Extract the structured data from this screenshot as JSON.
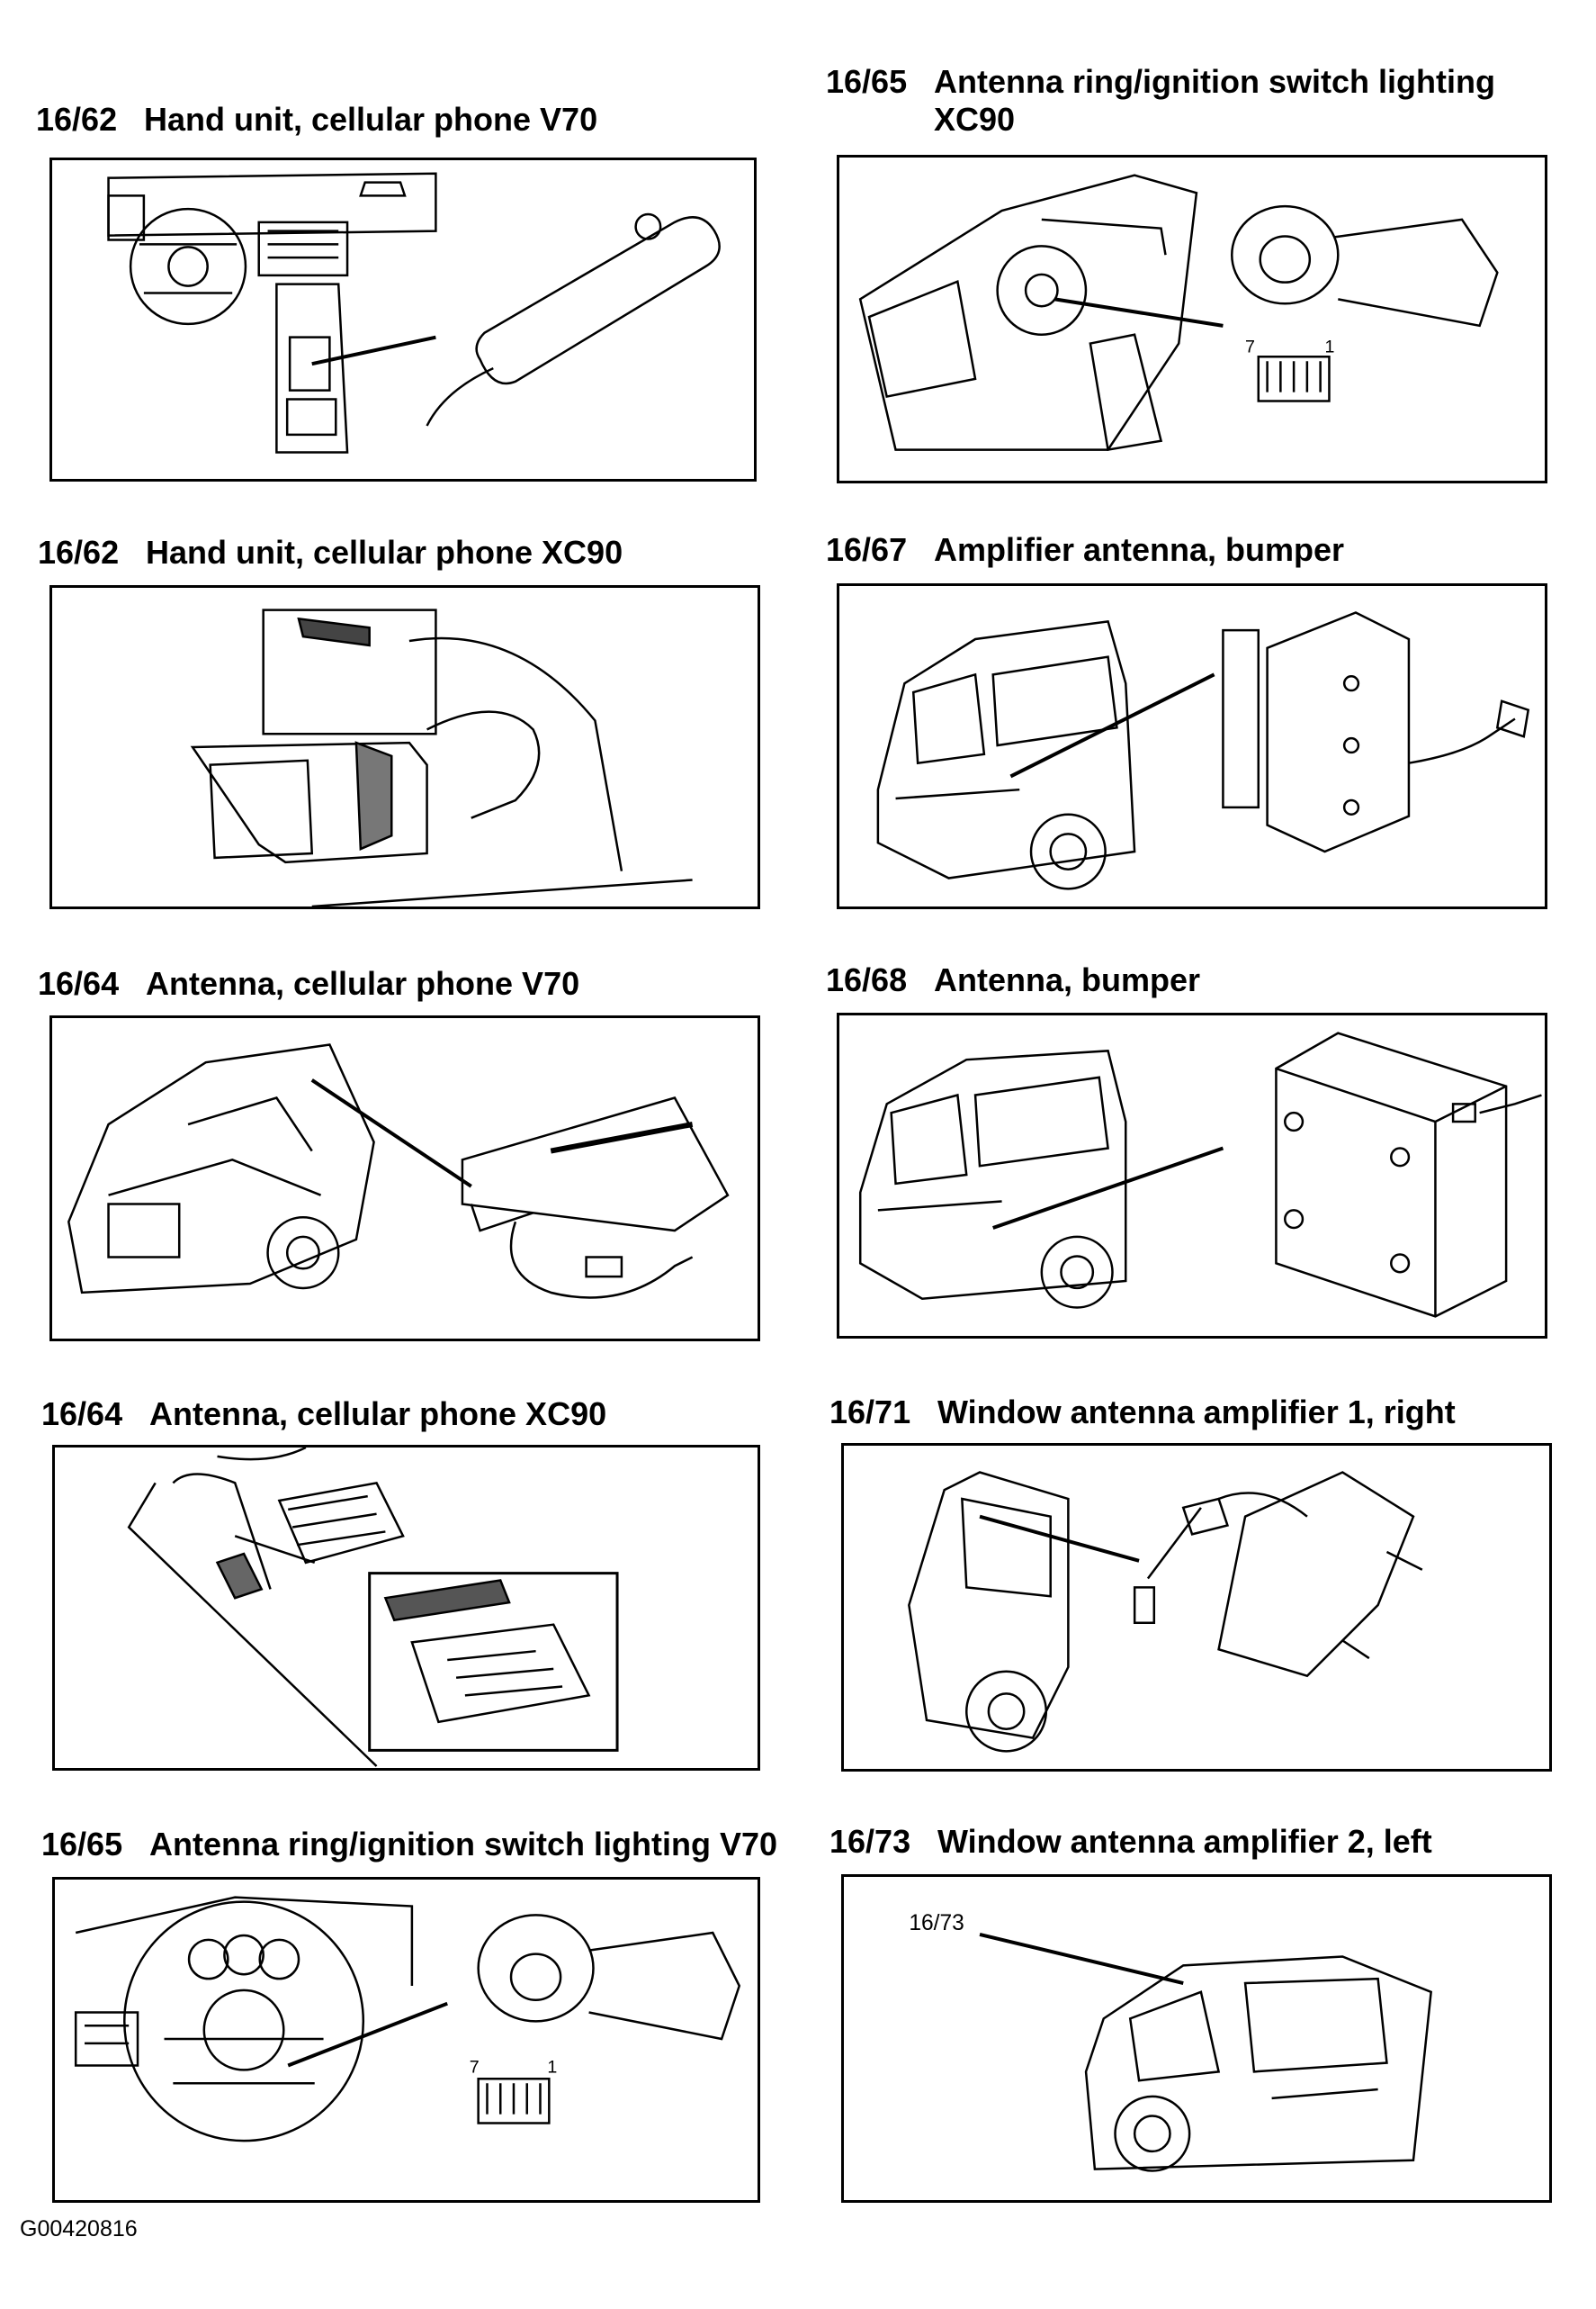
{
  "document_code": "G00420816",
  "panels": [
    {
      "number": "16/62",
      "title": "Hand unit, cellular phone V70"
    },
    {
      "number": "16/65",
      "title": "Antenna ring/ignition switch lighting XC90"
    },
    {
      "number": "16/62",
      "title": "Hand unit, cellular phone XC90"
    },
    {
      "number": "16/67",
      "title": "Amplifier antenna, bumper"
    },
    {
      "number": "16/64",
      "title": "Antenna, cellular phone V70"
    },
    {
      "number": "16/68",
      "title": "Antenna, bumper"
    },
    {
      "number": "16/64",
      "title": "Antenna, cellular phone XC90"
    },
    {
      "number": "16/71",
      "title": "Window antenna amplifier 1, right"
    },
    {
      "number": "16/65",
      "title": "Antenna ring/ignition switch lighting V70"
    },
    {
      "number": "16/73",
      "title": "Window antenna amplifier 2, left"
    }
  ],
  "connector_pins": {
    "left": "7",
    "right": "1"
  },
  "callouts": {
    "window_amp_left": "16/73"
  }
}
